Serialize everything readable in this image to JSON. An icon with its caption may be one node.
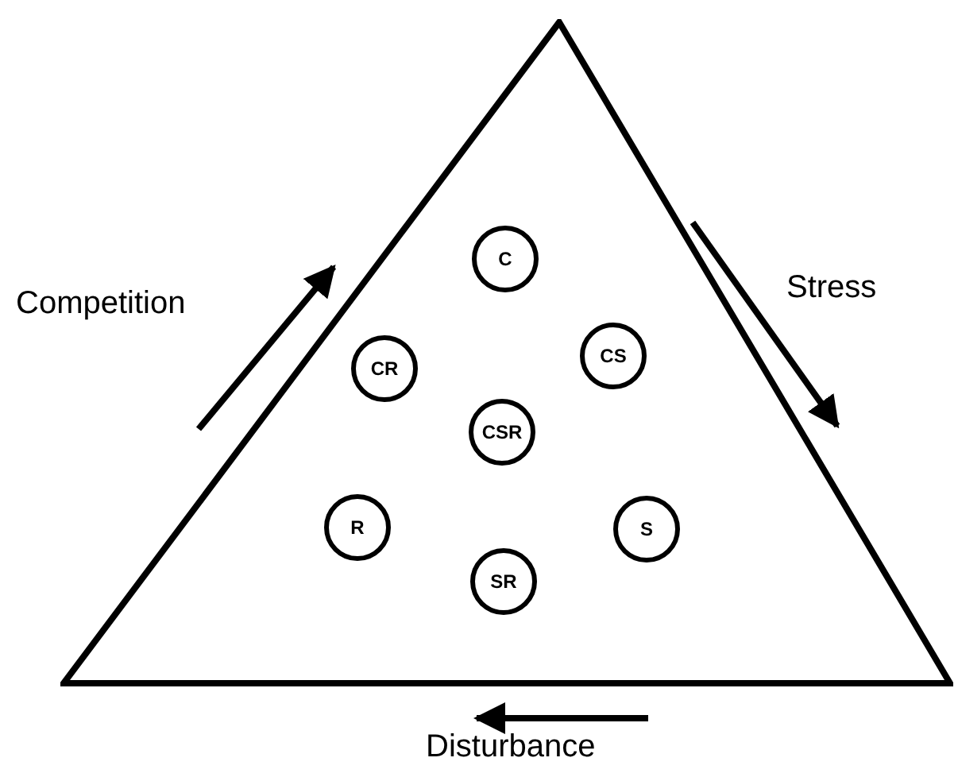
{
  "diagram": {
    "nodes": [
      {
        "text": [],
        "shape": "triangle"
      },
      {
        "text": [
          "C"
        ],
        "in": 0
      },
      {
        "text": [
          "CR"
        ],
        "in": 0
      },
      {
        "text": [
          "CS"
        ],
        "in": 0
      },
      {
        "text": [
          "CSR"
        ],
        "in": 0
      },
      {
        "text": [
          "R"
        ],
        "in": 0
      },
      {
        "text": [
          "S"
        ],
        "in": 0
      },
      {
        "text": [
          "SR"
        ],
        "in": 0
      }
    ],
    "edges": [],
    "labels": [
      "Competition",
      "Stress",
      "Disturbance"
    ]
  }
}
